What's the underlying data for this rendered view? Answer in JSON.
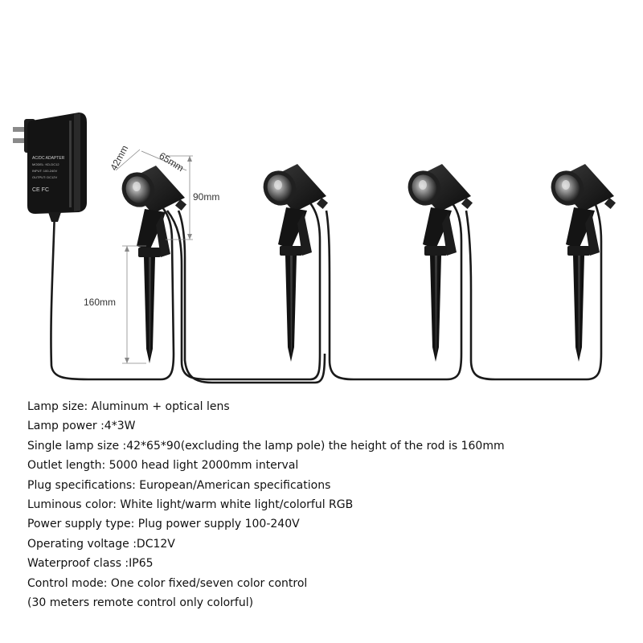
{
  "adapter": {
    "label_line1": "AC/DC ADAPTER",
    "label_line2": "MODEL: KD-DC12",
    "label_line3": "INPUT: 100-240V",
    "label_line4": "OUTPUT: DC12V",
    "mark": "CE FC"
  },
  "dimensions": {
    "diameter": "42mm",
    "length": "65mm",
    "height": "90mm",
    "rod": "160mm"
  },
  "specs": [
    "Lamp size: Aluminum + optical lens",
    "Lamp power :4*3W",
    "Single lamp size :42*65*90(excluding the lamp pole) the height of the rod is 160mm",
    "Outlet length: 5000 head light 2000mm interval",
    "Plug specifications: European/American specifications",
    "Luminous color: White light/warm white light/colorful RGB",
    "Power supply type: Plug power supply 100-240V",
    "Operating voltage :DC12V",
    "Waterproof class :IP65",
    "Control mode: One color fixed/seven color control",
    "(30 meters remote control only colorful)"
  ],
  "colors": {
    "lamp": "#151515",
    "cable": "#1a1a1a",
    "dim_line": "#888888",
    "lens": "#9a9a9a"
  }
}
